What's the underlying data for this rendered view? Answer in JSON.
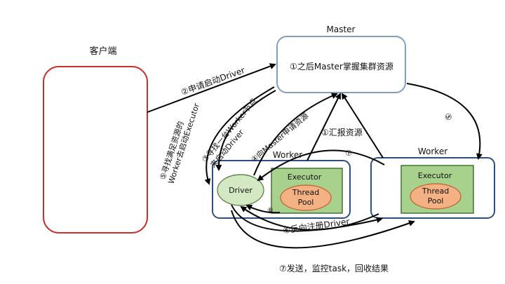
{
  "labels": {
    "client": "客户端",
    "master": "Master",
    "master_box": "①之后Master掌握集群资源",
    "worker_left": "Worker",
    "worker_right": "Worker",
    "driver": "Driver",
    "executor_left": "Executor",
    "executor_right": "Executor",
    "thread_pool_left_1": "Thread",
    "thread_pool_left_2": "Pool",
    "thread_pool_right_1": "Thread",
    "thread_pool_right_2": "Pool"
  },
  "edges": {
    "step2": "②申请启动Driver",
    "step3_line1": "③寻找一台Worker节点",
    "step3_line2": "来启动Driver",
    "step4": "④向Master申请资源",
    "step5_line1": "⑤寻找满足资源的",
    "step5_line2": "Worker去启动Executor",
    "step1": "①汇报资源",
    "step7_small": "⑦",
    "step5_right": "⑤",
    "step6_small": "⑥",
    "step6": "⑥反向注册Driver",
    "step7": "⑦发送，监控task，回收结果"
  },
  "colors": {
    "client_border": "#c9302c",
    "master_border": "#7f9fc0",
    "worker_border": "#2f4f7f",
    "driver_fill": "#d5e8c4",
    "driver_border": "#4f7a3a",
    "executor_fill": "#a9d18e",
    "executor_border": "#2f5f1f",
    "pool_fill": "#f4b183",
    "pool_border": "#c0602a"
  }
}
